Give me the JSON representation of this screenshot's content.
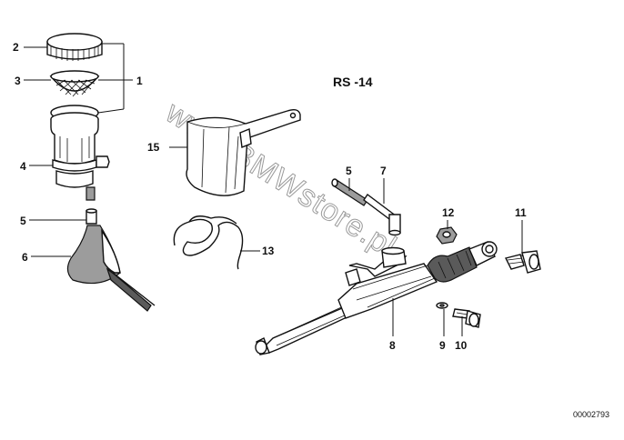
{
  "diagram": {
    "title": "RS -14",
    "document_number": "00002793",
    "watermark": "www.BMWstore.pl",
    "callouts": [
      {
        "id": "c2",
        "text": "2"
      },
      {
        "id": "c3",
        "text": "3"
      },
      {
        "id": "c1",
        "text": "1"
      },
      {
        "id": "c4",
        "text": "4"
      },
      {
        "id": "c5a",
        "text": "5"
      },
      {
        "id": "c6",
        "text": "6"
      },
      {
        "id": "c15",
        "text": "15"
      },
      {
        "id": "c13",
        "text": "13"
      },
      {
        "id": "c5b",
        "text": "5"
      },
      {
        "id": "c7",
        "text": "7"
      },
      {
        "id": "c12",
        "text": "12"
      },
      {
        "id": "c11",
        "text": "11"
      },
      {
        "id": "c8",
        "text": "8"
      },
      {
        "id": "c9",
        "text": "9"
      },
      {
        "id": "c10",
        "text": "10"
      }
    ]
  }
}
